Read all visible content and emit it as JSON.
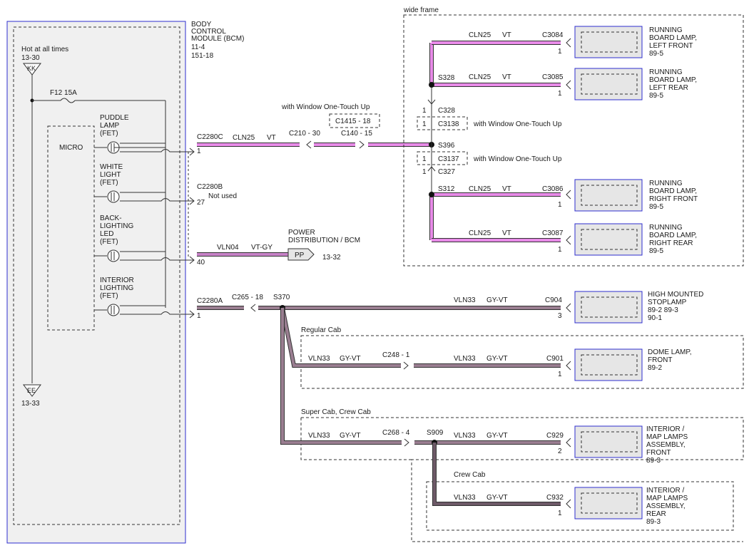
{
  "colors": {
    "vt": "#e88be8",
    "gy_vt": "#9a7e91",
    "module_border": "#2d2dcf",
    "module_fill": "#e6e6e6"
  },
  "bcm": {
    "title_lines": [
      "BODY",
      "CONTROL",
      "MODULE (BCM)",
      "11-4",
      "151-18"
    ],
    "hot_label": "Hot at all times",
    "hot_ref": "13-30",
    "hot_conn": "KK",
    "fuse_label": "F12   15A",
    "micro_label": "MICRO",
    "fets": [
      {
        "lines": [
          "PUDDLE",
          "LAMP",
          "(FET)"
        ]
      },
      {
        "lines": [
          "WHITE",
          "LIGHT",
          "(FET)"
        ]
      },
      {
        "lines": [
          "BACK-",
          "LIGHTING",
          "LED",
          "(FET)"
        ]
      },
      {
        "lines": [
          "INTERIOR",
          "LIGHTING",
          "(FET)"
        ]
      }
    ],
    "ground_conn": "EE",
    "ground_ref": "13-33"
  },
  "pins": {
    "c2280c": {
      "name": "C2280C",
      "pin": "1"
    },
    "c2280b": {
      "name": "C2280B",
      "pin": "27",
      "note": "Not used"
    },
    "pin40": {
      "pin": "40"
    },
    "c2280a": {
      "name": "C2280A",
      "pin": "1"
    }
  },
  "vt_circuit": {
    "circuit": "CLN25",
    "color": "VT",
    "c210": "C210 - 30",
    "c140": "C140 - 15",
    "c1415": "C1415 - 18",
    "with_window_top": "with Window One-Touch Up",
    "splice_s396": "S396"
  },
  "power": {
    "circuit": "VLN04",
    "color": "VT-GY",
    "dest_lines": [
      "POWER",
      "DISTRIBUTION / BCM"
    ],
    "conn": "PP",
    "ref": "13-32"
  },
  "wide_frame": {
    "label": "wide frame",
    "s328": "S328",
    "s312": "S312",
    "c328": "C328",
    "c328_pin": "1",
    "c3138": "C3138",
    "c3138_pin": "1",
    "c3137": "C3137",
    "c3137_pin": "1",
    "c327": "C327",
    "c327_pin": "1",
    "with_window": "with Window One-Touch Up",
    "with_window_2": "with Window One-Touch Up",
    "lamps": [
      {
        "circuit": "CLN25",
        "color": "VT",
        "conn": "C3084",
        "pin": "1",
        "lines": [
          "RUNNING",
          "BOARD LAMP,",
          "LEFT FRONT",
          "89-5"
        ]
      },
      {
        "circuit": "CLN25",
        "color": "VT",
        "conn": "C3085",
        "pin": "1",
        "lines": [
          "RUNNING",
          "BOARD LAMP,",
          "LEFT REAR",
          "89-5"
        ]
      },
      {
        "circuit": "CLN25",
        "color": "VT",
        "conn": "C3086",
        "pin": "1",
        "lines": [
          "RUNNING",
          "BOARD LAMP,",
          "RIGHT FRONT",
          "89-5"
        ]
      },
      {
        "circuit": "CLN25",
        "color": "VT",
        "conn": "C3087",
        "pin": "1",
        "lines": [
          "RUNNING",
          "BOARD LAMP,",
          "RIGHT REAR",
          "89-5"
        ]
      }
    ]
  },
  "gyvt": {
    "c265": "C265 - 18",
    "s370": "S370",
    "regular_cab": "Regular Cab",
    "super_cab": "Super Cab, Crew Cab",
    "crew_cab": "Crew Cab",
    "c248": "C248 - 1",
    "c268": "C268 - 4",
    "s909": "S909",
    "loads": [
      {
        "circuit": "VLN33",
        "color": "GY-VT",
        "conn": "C904",
        "pin": "3",
        "lines": [
          "HIGH MOUNTED",
          "STOPLAMP",
          "89-2   89-3",
          "90-1"
        ]
      },
      {
        "circuit": "VLN33",
        "color": "GY-VT",
        "circuit2": "VLN33",
        "color2": "GY-VT",
        "conn": "C901",
        "pin": "1",
        "lines": [
          "DOME LAMP,",
          "FRONT",
          "89-2"
        ]
      },
      {
        "circuit": "VLN33",
        "color": "GY-VT",
        "circuit2": "VLN33",
        "color2": "GY-VT",
        "conn": "C929",
        "pin": "2",
        "lines": [
          "INTERIOR /",
          "MAP LAMPS",
          "ASSEMBLY,",
          "FRONT",
          "89-3"
        ]
      },
      {
        "circuit": "VLN33",
        "color": "GY-VT",
        "conn": "C932",
        "pin": "1",
        "lines": [
          "INTERIOR /",
          "MAP LAMPS",
          "ASSEMBLY,",
          "REAR",
          "89-3"
        ]
      }
    ]
  }
}
